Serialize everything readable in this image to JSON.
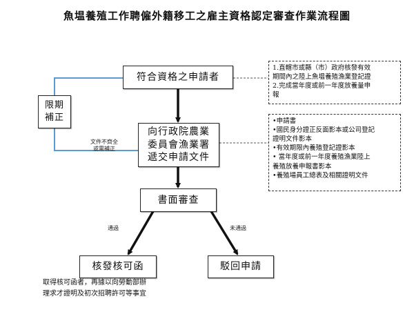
{
  "title": "魚塭養殖工作聘僱外籍移工之雇主資格認定審查作業流程圖",
  "nodes": {
    "eligible": "符合資格之申請者",
    "submit": [
      "向行政院農業",
      "委員會漁業署",
      "遞交申請文件"
    ],
    "review": "書面審查",
    "approve": "核發核可函",
    "reject": "駁回申請",
    "supplement": [
      "限期",
      "補正"
    ]
  },
  "eligibility_note": [
    "1.直轄市或縣（市）政府核發有效",
    "期間內之陸上魚塭養殖漁業登記證",
    "2.完成當年度或前一年度放養量申",
    "報"
  ],
  "documents_note": [
    "•申請書",
    "•國民身分證正反面影本或公司登記",
    "證明文件影本",
    "•有效期限內養殖登記證影本",
    "• 當年度或前一年度養殖漁業陸上",
    "養殖放養申報書影本",
    "•養殖場員工總表及相關證明文件"
  ],
  "edge_labels": {
    "incomplete": [
      "文件不齊全",
      "或需補正"
    ],
    "pass": "通過",
    "fail": "未通過"
  },
  "footnote": [
    "取得核可函者，再據以向勞動部辦",
    "理求才證明及初次招聘許可等事宜"
  ],
  "colors": {
    "feedback_line": "#5b9bd5",
    "main_line": "#111111"
  }
}
